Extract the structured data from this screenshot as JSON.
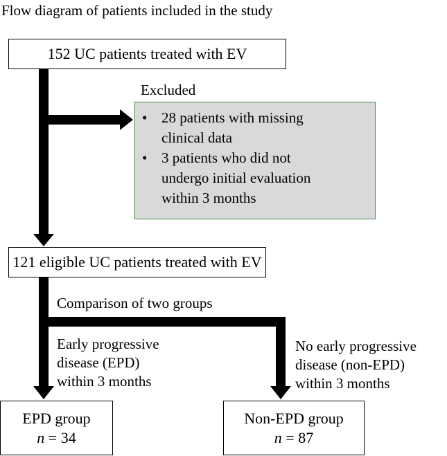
{
  "title": "Flow diagram of patients included in the study",
  "top_box": {
    "text": "152 UC patients treated with EV"
  },
  "excluded": {
    "heading": "Excluded",
    "bullet_glyph": "•",
    "items": [
      {
        "lines": [
          "28 patients with missing",
          "clinical data"
        ]
      },
      {
        "lines": [
          "3 patients who did not",
          "undergo initial evaluation",
          "within 3 months"
        ]
      }
    ]
  },
  "eligible_box": {
    "text": "121 eligible UC patients treated with EV"
  },
  "comparison_label": "Comparison of two groups",
  "left_branch": {
    "lines": [
      "Early progressive",
      "disease (EPD)",
      "within 3 months"
    ]
  },
  "right_branch": {
    "lines": [
      "No early progressive",
      "disease (non-EPD)",
      "within 3 months"
    ]
  },
  "epd_box": {
    "name": "EPD group",
    "n_symbol": "n",
    "n_rest": " = 34"
  },
  "non_epd_box": {
    "name": "Non-EPD group",
    "n_symbol": "n",
    "n_rest": " = 87"
  },
  "colors": {
    "excluded_fill": "#d9d9d9",
    "excluded_border": "#3f8f3f",
    "arrow": "#000000"
  }
}
